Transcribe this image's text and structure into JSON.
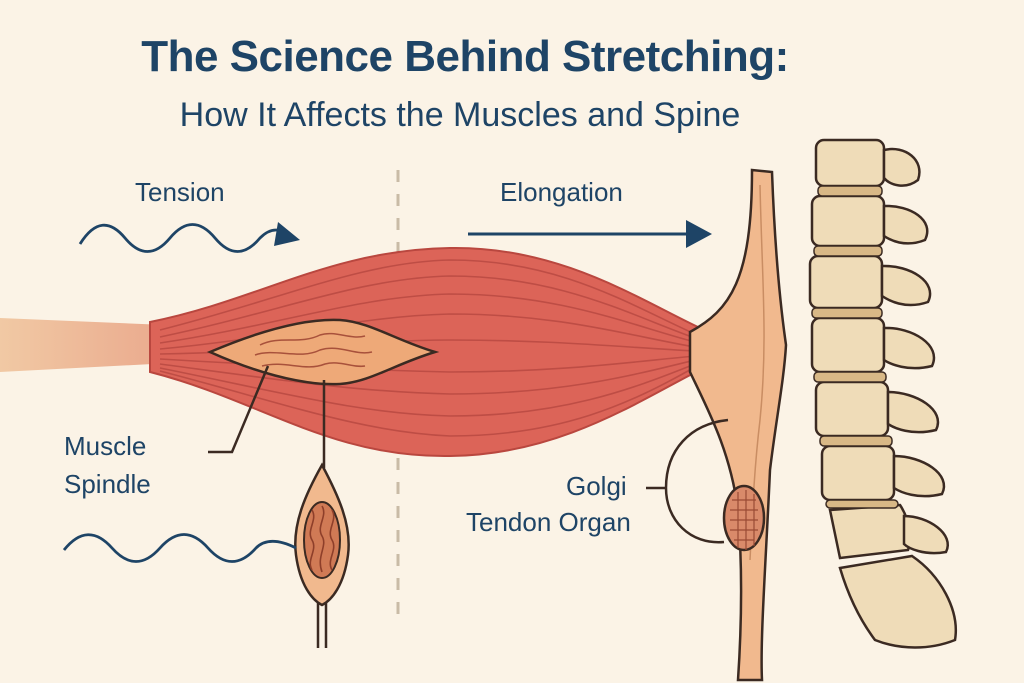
{
  "title": "The Science Behind Stretching:",
  "subtitle": "How It Affects the Muscles and Spine",
  "labels": {
    "tension": "Tension",
    "elongation": "Elongation",
    "muscle_spindle_line1": "Muscle",
    "muscle_spindle_line2": "Spindle",
    "golgi_line1": "Golgi",
    "golgi_line2": "Tendon Organ"
  },
  "colors": {
    "background": "#fbf3e6",
    "text": "#1e4466",
    "muscle": "#dc6458",
    "tendon": "#f1b98e",
    "bone": "#efdcb8",
    "outline": "#3b2a22"
  }
}
